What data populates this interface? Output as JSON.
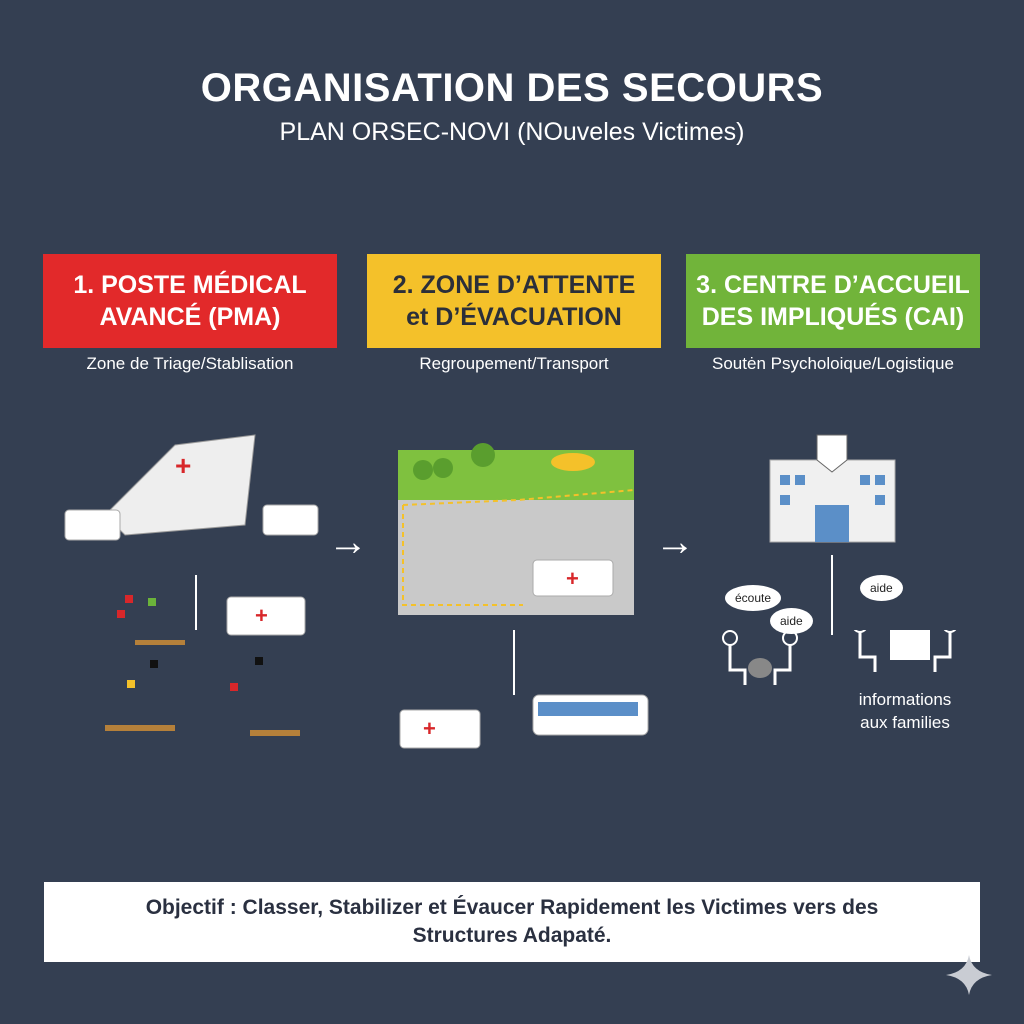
{
  "header": {
    "title": "ORGANISATION DES SECOURS",
    "subtitle": "PLAN ORSEC-NOVI (NOuveles Victimes)"
  },
  "steps": [
    {
      "line1": "1. POSTE MÉDICAL",
      "line2": "AVANCÉ (PMA)",
      "caption": "Zone de Triage/Stablisation",
      "color": "#e2292a"
    },
    {
      "line1": "2. ZONE D’ATTENTE",
      "line2": "et D’ÉVACUATION",
      "caption": "Regroupement/Transport",
      "color": "#f4c12a"
    },
    {
      "line1": "3. CENTRE D’ACCUEIL",
      "line2": "DES IMPLIQUÉS (CAI)",
      "caption": "Soutėn Psycholoique/Logistique",
      "color": "#71b43a"
    }
  ],
  "cai": {
    "bubble1": "écoute",
    "bubble2": "aide",
    "bubble3": "aide",
    "info_line1": "informations",
    "info_line2": "aux families"
  },
  "footer": {
    "line1": "Objectif : Classer, Stabilizer et Évaucer Rapidement les Victimes vers des",
    "line2": "Structures Adapaté."
  }
}
